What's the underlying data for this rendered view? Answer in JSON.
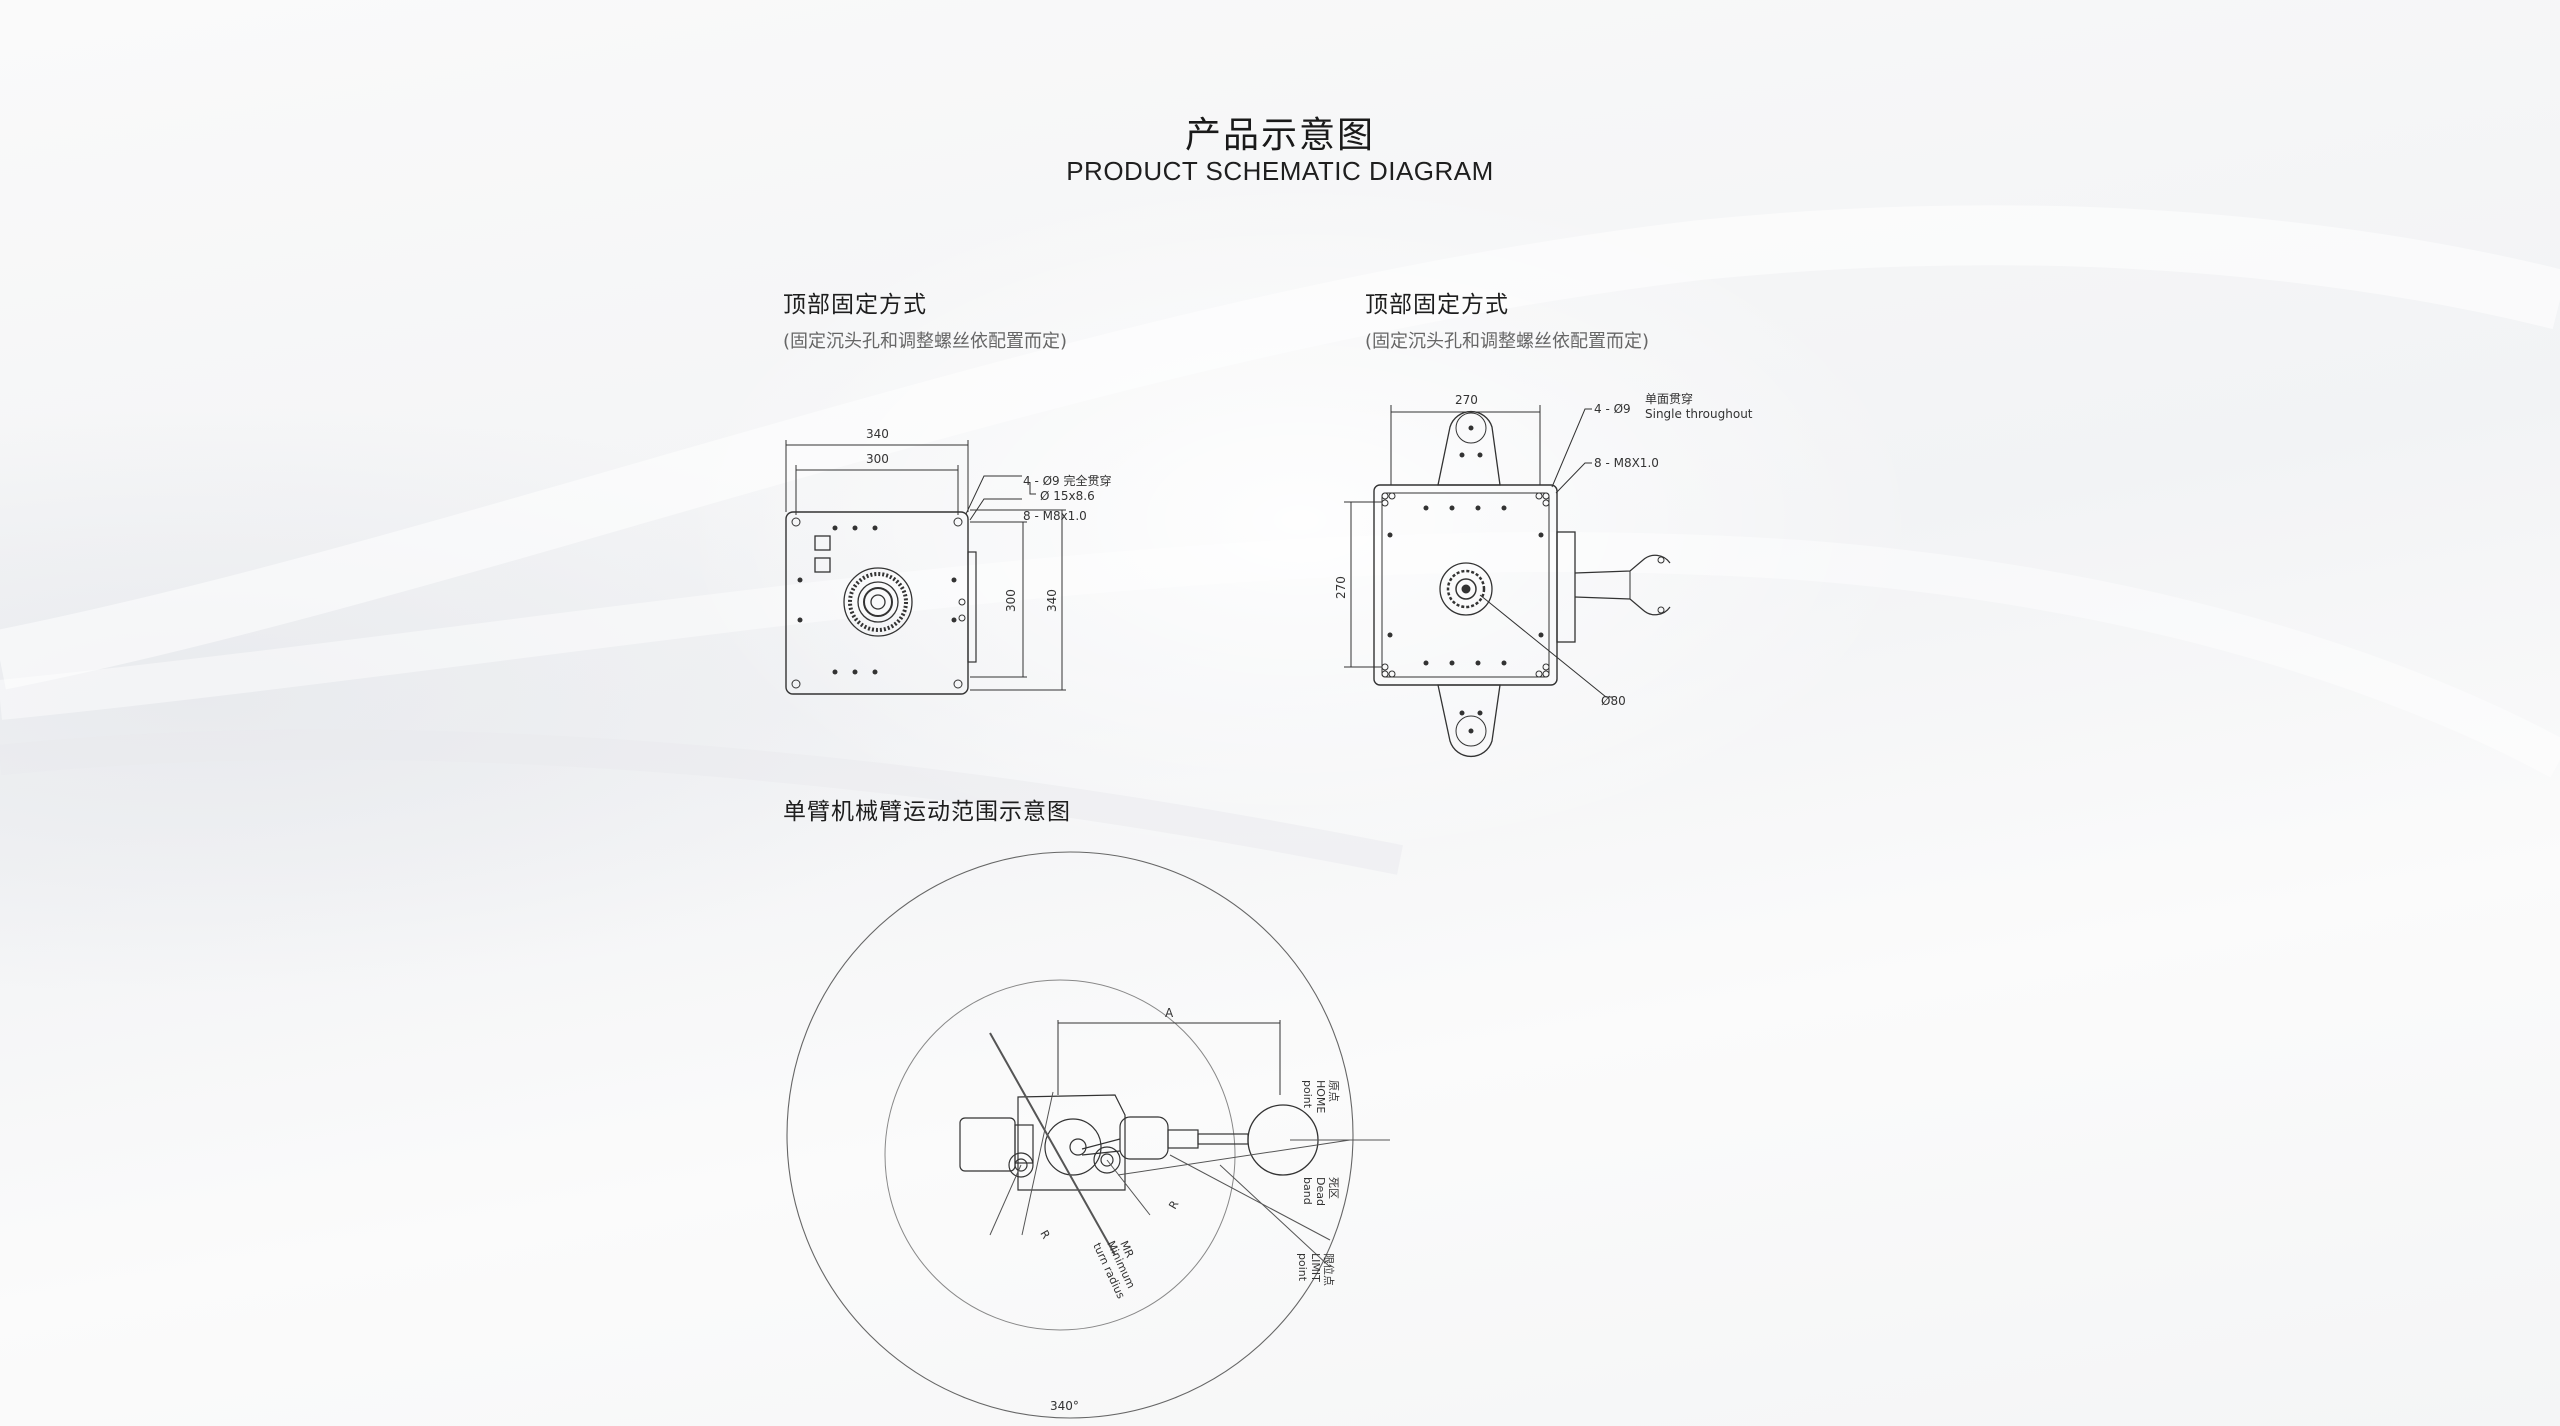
{
  "header": {
    "title": "产品示意图",
    "subtitle": "PRODUCT SCHEMATIC DIAGRAM"
  },
  "left_diagram": {
    "title": "顶部固定方式",
    "note": "(固定沉头孔和调整螺丝依配置而定)",
    "dim_outer_width": "340",
    "dim_inner_width": "300",
    "dim_inner_height": "300",
    "dim_outer_height": "340",
    "callout_holes": "4 - Ø9 完全贯穿",
    "callout_counterbore": "Ø 15x8.6",
    "callout_thread": "8 - M8x1.0"
  },
  "right_diagram": {
    "title": "顶部固定方式",
    "note": "(固定沉头孔和调整螺丝依配置而定)",
    "dim_width": "270",
    "dim_height": "270",
    "callout_holes": "4 - Ø9",
    "callout_holes_cn": "单面贯穿",
    "callout_holes_en": "Single throughout",
    "callout_thread": "8 - M8X1.0",
    "callout_diameter": "Ø80"
  },
  "motion_diagram": {
    "title": "单臂机械臂运动范围示意图",
    "label_a": "A",
    "label_r1": "R",
    "label_r2": "R",
    "home_cn": "原点",
    "home_en1": "HOME",
    "home_en2": "point",
    "dead_cn": "死区",
    "dead_en1": "Dead",
    "dead_en2": "band",
    "limit_cn": "限位点",
    "limit_en1": "LIMIT",
    "limit_en2": "point",
    "mr_1": "MR",
    "mr_2": "Minimum",
    "mr_3": "turn radius",
    "angle": "340°"
  }
}
